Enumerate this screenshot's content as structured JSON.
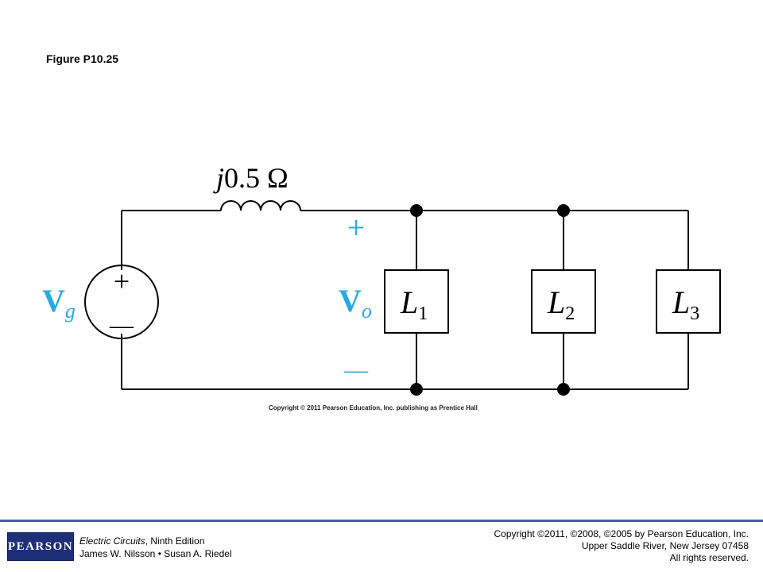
{
  "figure_title": "Figure P10.25",
  "circuit": {
    "impedance_label": {
      "prefix": "j",
      "value": "0.5 Ω"
    },
    "source_label": {
      "main": "V",
      "sub": "g"
    },
    "source_plus": "+",
    "source_minus": "—",
    "output_label": {
      "main": "V",
      "sub": "o"
    },
    "output_plus": "+",
    "output_minus": "—",
    "loads": [
      {
        "letter": "L",
        "index": "1"
      },
      {
        "letter": "L",
        "index": "2"
      },
      {
        "letter": "L",
        "index": "3"
      }
    ],
    "accent_color": "#29a8e0"
  },
  "image_copyright": "Copyright © 2011 Pearson Education, Inc. publishing as Prentice Hall",
  "footer": {
    "logo_text": "PEARSON",
    "book_title": "Electric Circuits",
    "edition": ", Ninth Edition",
    "authors": "James W. Nilsson • Susan A. Riedel",
    "copyright_lines": [
      "Copyright ©2011, ©2008, ©2005 by Pearson Education, Inc.",
      "Upper Saddle River, New Jersey 07458",
      "All rights reserved."
    ]
  }
}
